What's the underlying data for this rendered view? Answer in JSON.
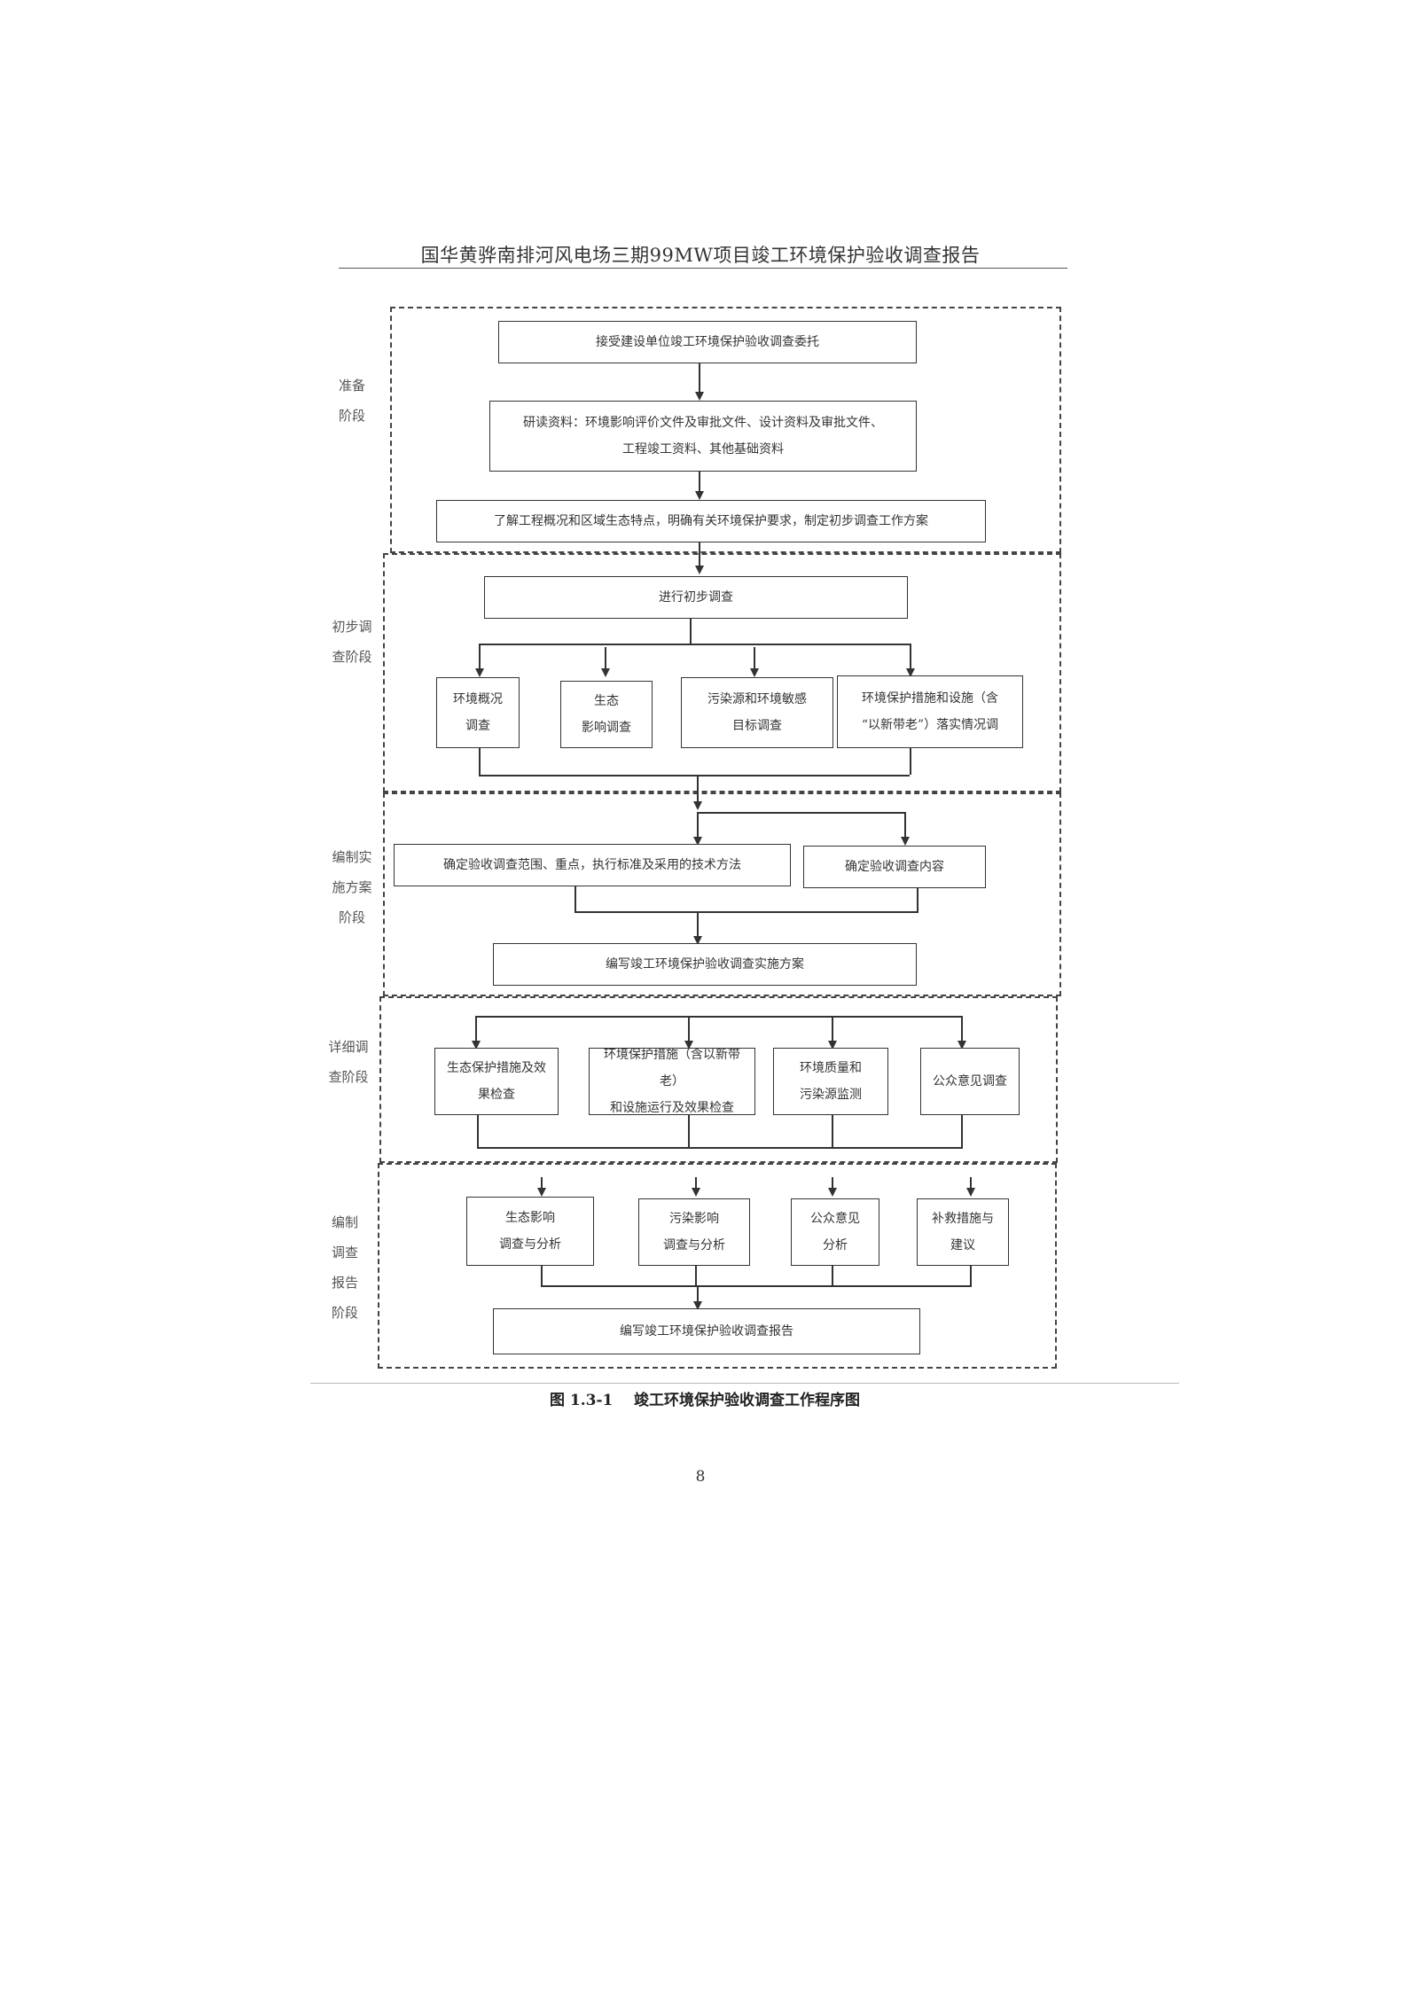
{
  "header": {
    "title": "国华黄骅南排河风电场三期99MW项目竣工环境保护验收调查报告"
  },
  "stages": {
    "prep": "准备\n阶段",
    "prelim": "初步调\n查阶段",
    "plan": "编制实\n施方案\n阶段",
    "detail": "详细调\n查阶段",
    "report": "编制\n调查\n报告\n阶段"
  },
  "boxes": {
    "accept_commission": "接受建设单位竣工环境保护验收调查委托",
    "study_materials": "研读资料：环境影响评价文件及审批文件、设计资料及审批文件、\n工程竣工资料、其他基础资料",
    "understand_project": "了解工程概况和区域生态特点，明确有关环境保护要求，制定初步调查工作方案",
    "conduct_prelim": "进行初步调查",
    "env_overview": "环境概况\n调查",
    "eco_impact": "生态\n影响调查",
    "pollution_source": "污染源和环境敏感\n目标调查",
    "env_measures": "环境保护措施和设施（含\n“以新带老”）落实情况调",
    "determine_scope": "确定验收调查范围、重点，执行标准及采用的技术方法",
    "determine_content": "确定验收调查内容",
    "write_plan": "编写竣工环境保护验收调查实施方案",
    "eco_measures_check": "生态保护措施及效\n果检查",
    "env_measures_check": "环境保护措施（含以新带老）\n和设施运行及效果检查",
    "env_quality_monitor": "环境质量和\n污染源监测",
    "public_opinion_survey": "公众意见调查",
    "eco_analysis": "生态影响\n调查与分析",
    "pollution_analysis": "污染影响\n调查与分析",
    "public_opinion_analysis": "公众意见\n分析",
    "remedial_measures": "补救措施与\n建议",
    "write_report": "编写竣工环境保护验收调查报告"
  },
  "caption": "图 1.3-1    竣工环境保护验收调查工作程序图",
  "page_number": "8"
}
